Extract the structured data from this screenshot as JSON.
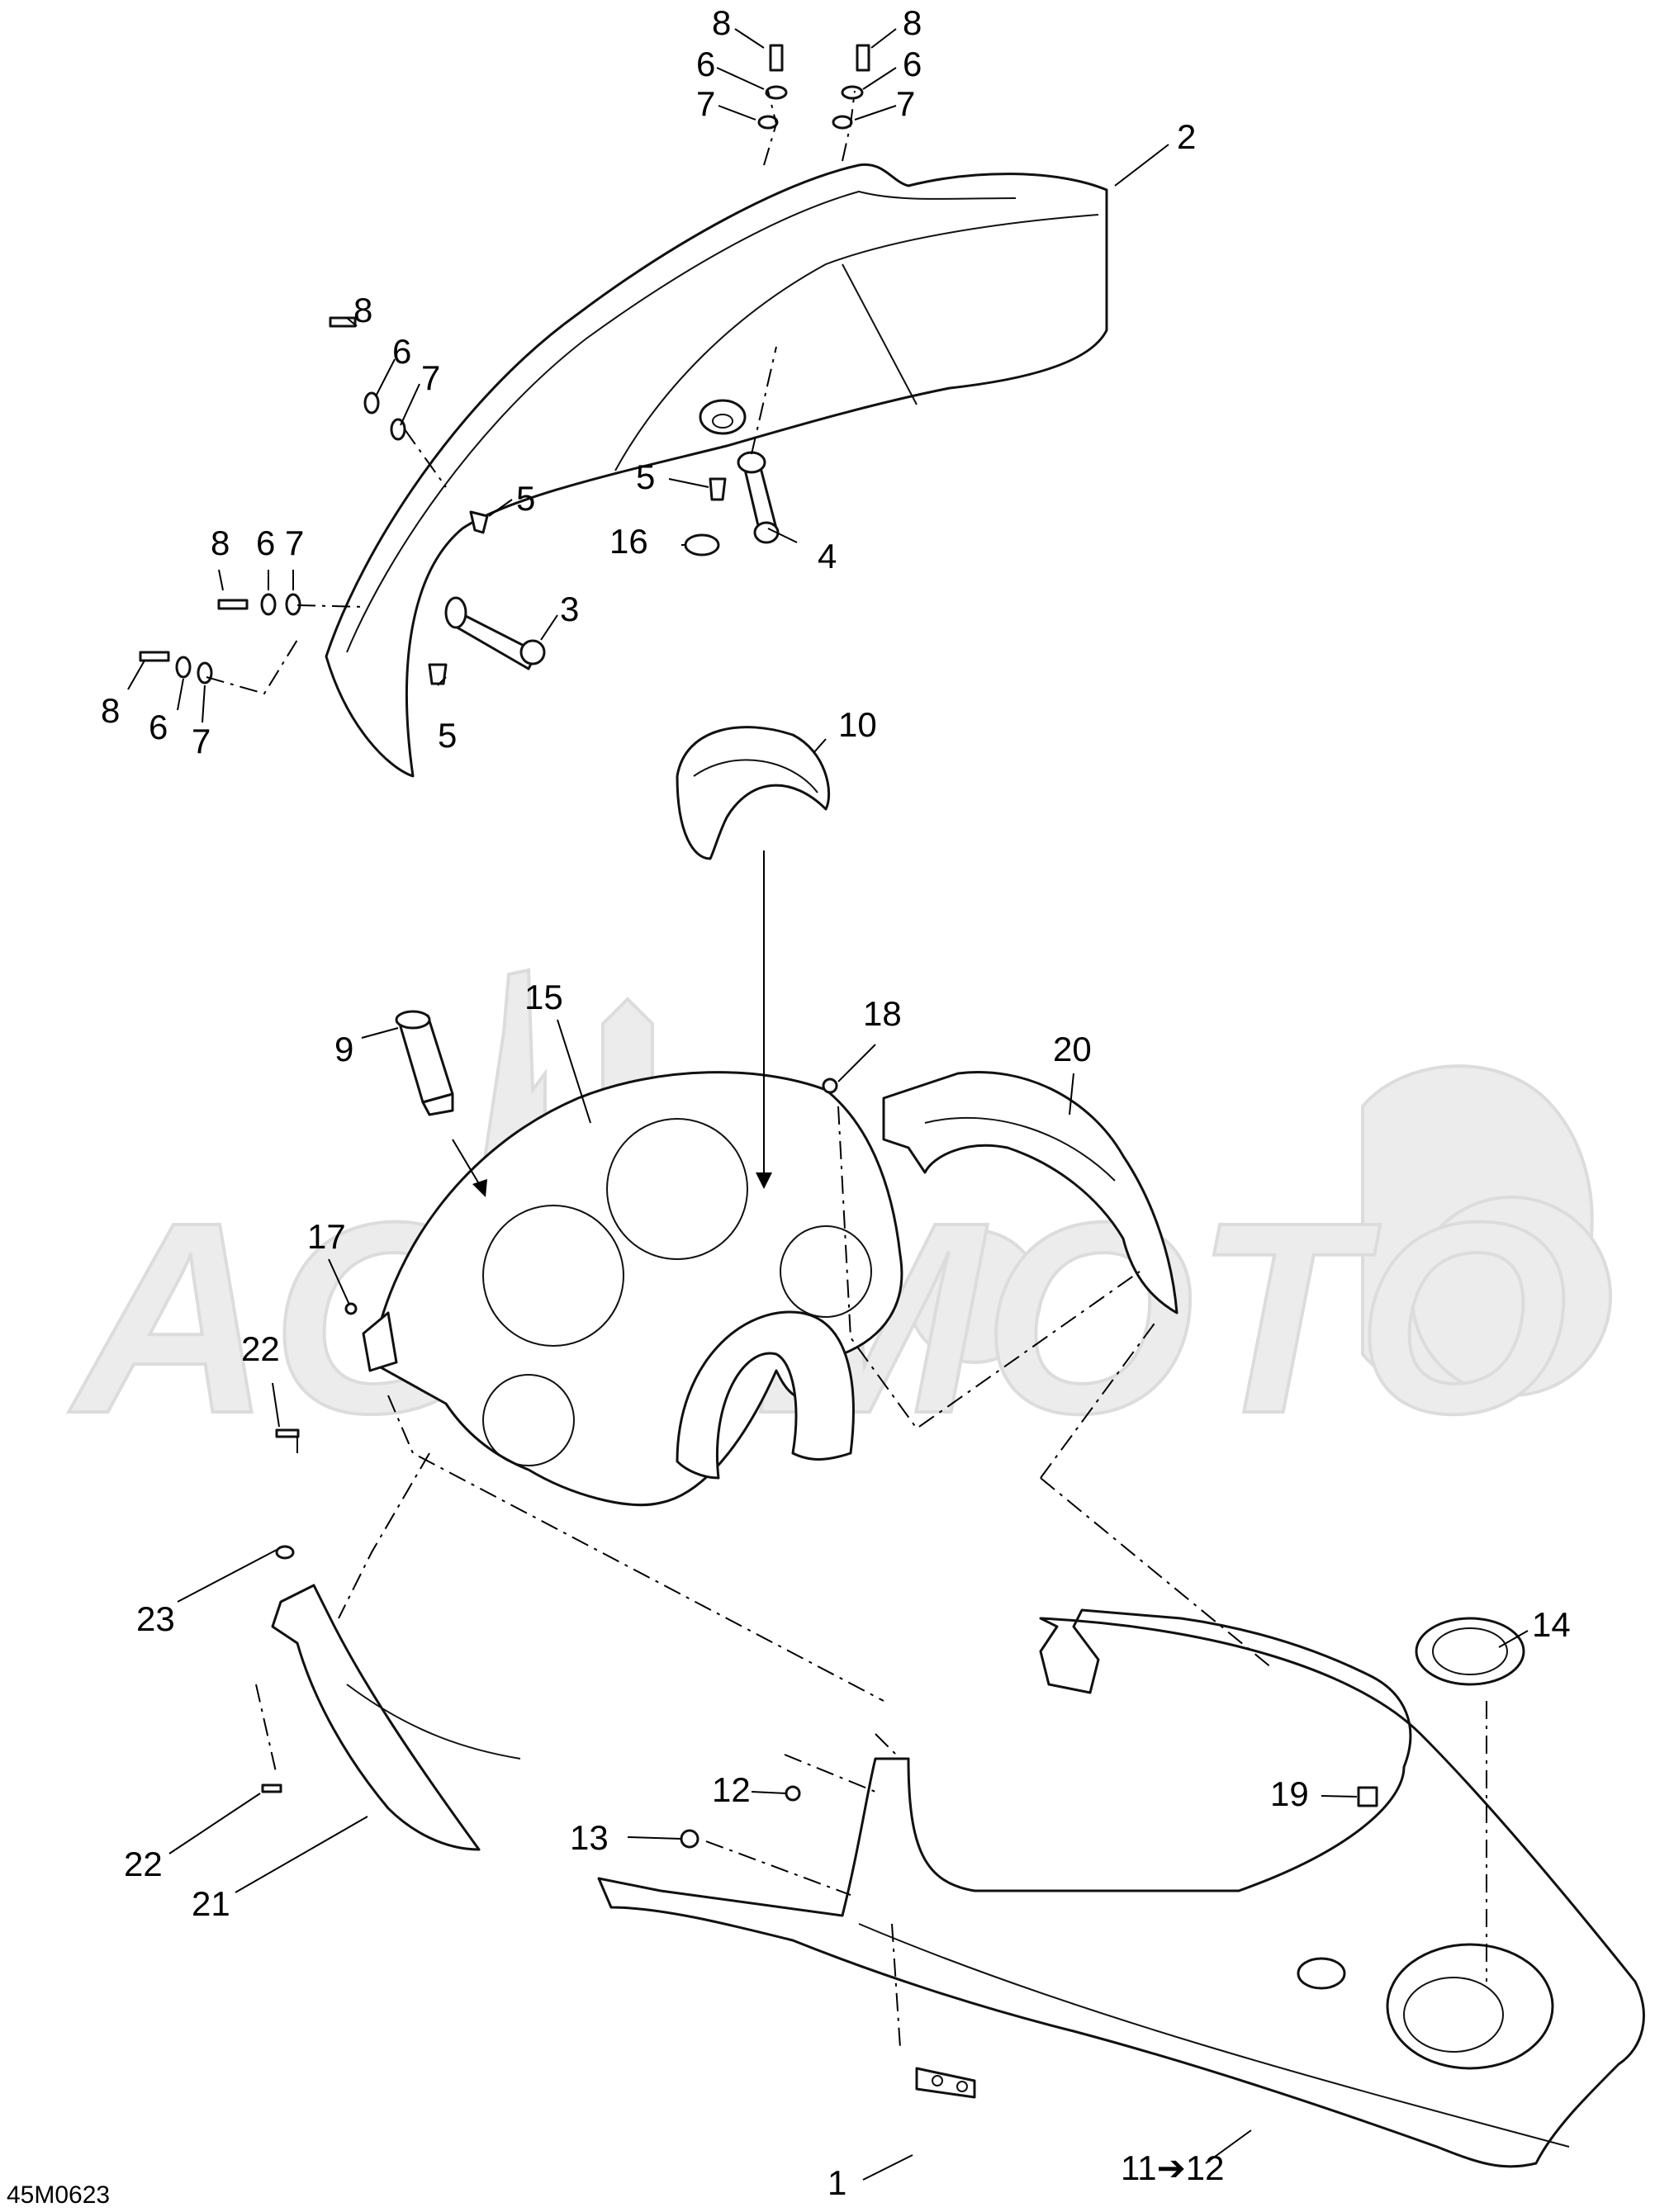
{
  "diagram": {
    "figure_code": "45M0623",
    "watermark_text": "AGRIMOTO",
    "callouts": {
      "c1": "1",
      "c2": "2",
      "c3": "3",
      "c4": "4",
      "c5a": "5",
      "c5b": "5",
      "c5c": "5",
      "c6a": "6",
      "c6b": "6",
      "c6c": "6",
      "c6d": "6",
      "c6e": "6",
      "c7a": "7",
      "c7b": "7",
      "c7c": "7",
      "c7d": "7",
      "c7e": "7",
      "c8a": "8",
      "c8b": "8",
      "c8c": "8",
      "c8d": "8",
      "c8e": "8",
      "c9": "9",
      "c10": "10",
      "c11": "11➔12",
      "c12": "12",
      "c13": "13",
      "c14": "14",
      "c15": "15",
      "c16": "16",
      "c17": "17",
      "c18": "18",
      "c19": "19",
      "c20": "20",
      "c21": "21",
      "c22a": "22",
      "c22b": "22",
      "c23": "23"
    }
  }
}
